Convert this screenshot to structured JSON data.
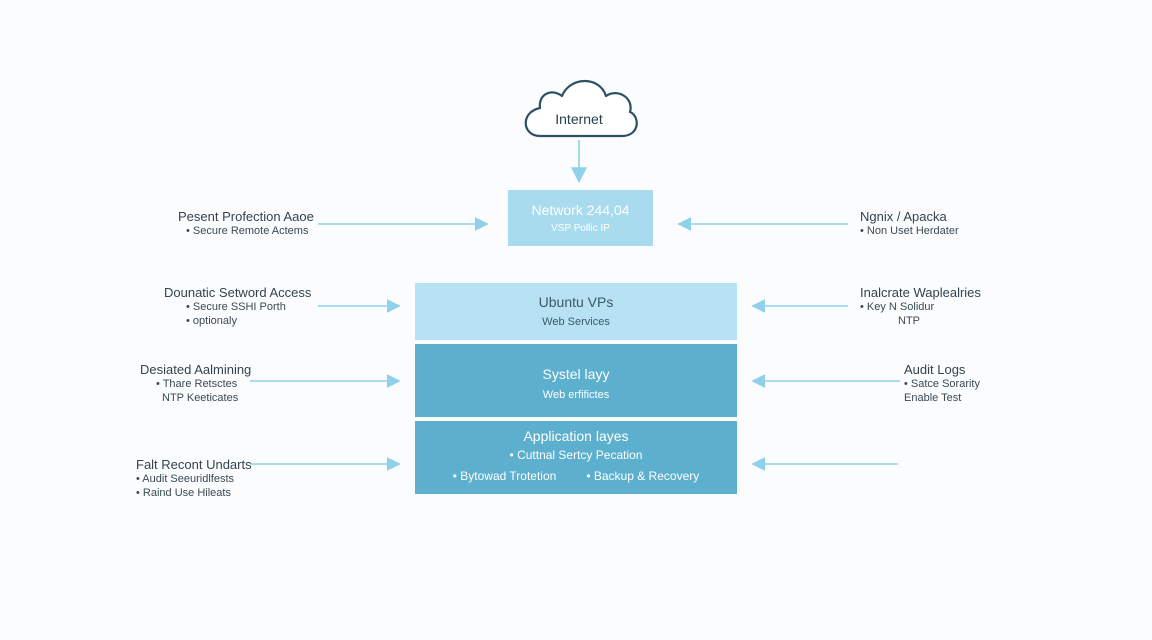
{
  "internet": {
    "label": "Internet"
  },
  "network": {
    "title": "Network 244,04",
    "subtitle": "VSP Pollic IP"
  },
  "vps": {
    "title": "Ubuntu VPs",
    "subtitle": "Web Services"
  },
  "system_layer": {
    "title": "Systel layy",
    "subtitle": "Web erfifictes"
  },
  "application_layer": {
    "title": "Application layes",
    "bullet_1": "• Cuttnal Sertcy Pecation",
    "bullet_2": "• Bytowad Trotetion",
    "bullet_3": "• Backup & Recovery"
  },
  "left_notes": [
    {
      "heading": "Pesent Profection Aaoe",
      "lines": [
        "• Secure Remote Actems"
      ]
    },
    {
      "heading": "Dounatic Setword Access",
      "lines": [
        "• Secure SSHI Porth",
        "• optionaly"
      ]
    },
    {
      "heading": "Desiated Aalmining",
      "lines": [
        "• Thare Retsctes",
        "NTP Keeticates"
      ]
    },
    {
      "heading": "Falt Recont Undarts",
      "lines": [
        "• Audit Seeuridlfests",
        "• Raind Use Hileats"
      ]
    }
  ],
  "right_notes": [
    {
      "heading": "Ngnix / Apacka",
      "lines": [
        "• Non Uset Herdater"
      ]
    },
    {
      "heading": "Inalcrate Waplealries",
      "lines": [
        "• Key N Solidur",
        "NTP"
      ]
    },
    {
      "heading": "Audit Logs",
      "lines": [
        "• Satce Sorarity",
        "Enable Test"
      ]
    }
  ],
  "colors": {
    "arrow": "#8fd0ea",
    "cloud_stroke": "#2c4f63",
    "network_box": "#a9dbef",
    "vps_box": "#b7e2f3",
    "layer_box": "#5cafcd"
  }
}
